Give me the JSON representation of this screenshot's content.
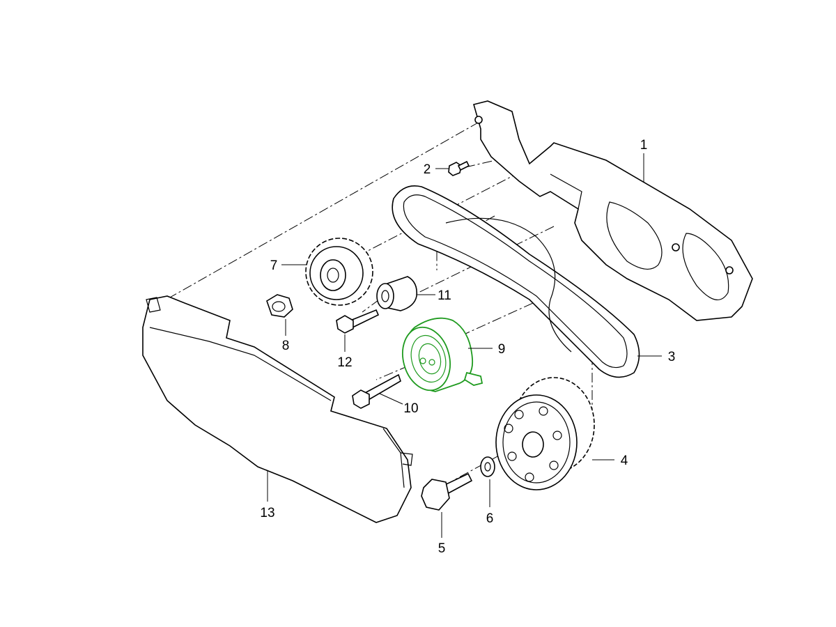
{
  "diagram": {
    "highlight_color": "#1e9a1e",
    "callouts": [
      {
        "number": "1",
        "part": "rear-timing-cover"
      },
      {
        "number": "2",
        "part": "screw"
      },
      {
        "number": "3",
        "part": "timing-belt"
      },
      {
        "number": "4",
        "part": "crankshaft-pulley"
      },
      {
        "number": "5",
        "part": "pulley-bolt"
      },
      {
        "number": "6",
        "part": "washer"
      },
      {
        "number": "7",
        "part": "camshaft-gear"
      },
      {
        "number": "8",
        "part": "nut"
      },
      {
        "number": "9",
        "part": "tensioner-pulley"
      },
      {
        "number": "10",
        "part": "tensioner-bolt"
      },
      {
        "number": "11",
        "part": "idler-roller"
      },
      {
        "number": "12",
        "part": "idler-bolt"
      },
      {
        "number": "13",
        "part": "front-timing-cover"
      }
    ]
  }
}
